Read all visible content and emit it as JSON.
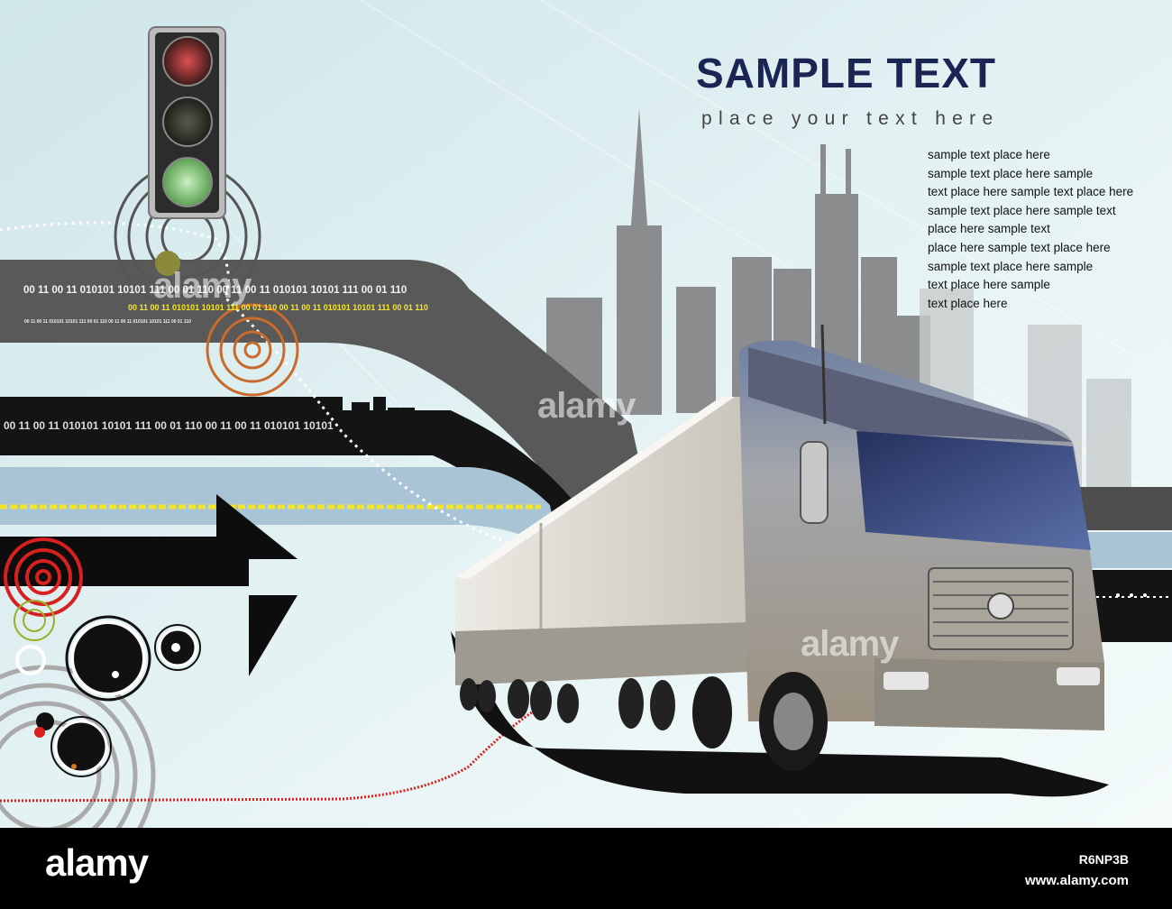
{
  "headline": "SAMPLE TEXT",
  "subheadline": "place your text here",
  "body_lines": [
    "sample text place here",
    "sample text place here sample",
    "text place here sample text place here",
    "sample text place here sample text",
    "place here sample text",
    "place here sample text place here",
    "sample text place here sample",
    "text place here sample",
    "text place here"
  ],
  "binary_strips": {
    "upper_main": "00 11 00 11 010101 10101 111 00 01 110   00 11 00 11 010101 10101 111 00 01 110",
    "upper_yellow": "00 11 00 11 010101 10101 111 00 01 110   00 11 00 11 010101 10101 111 00 01 110",
    "upper_small": "00 11 00 11 010101 10101 111 00 01 110   00 11 00 11 010101 10101 111 00 01 110",
    "middle": "00 11 00 11 010101 10101 111 00 01 110   00 11 00 11 010101 10101"
  },
  "watermarks": {
    "mark_1": "alamy",
    "mark_2": "alamy",
    "mark_3": "alamy"
  },
  "footer": {
    "logo": "alamy",
    "image_id": "R6NP3B",
    "url": "www.alamy.com"
  },
  "colors": {
    "sky": "#dceef0",
    "headline": "#1a2553",
    "road_gray": "#5b5b5b",
    "road_black": "#111111",
    "yellow_dash": "#f2e52a",
    "red_rings": "#d8201f",
    "orange_rings": "#c96b2c"
  }
}
